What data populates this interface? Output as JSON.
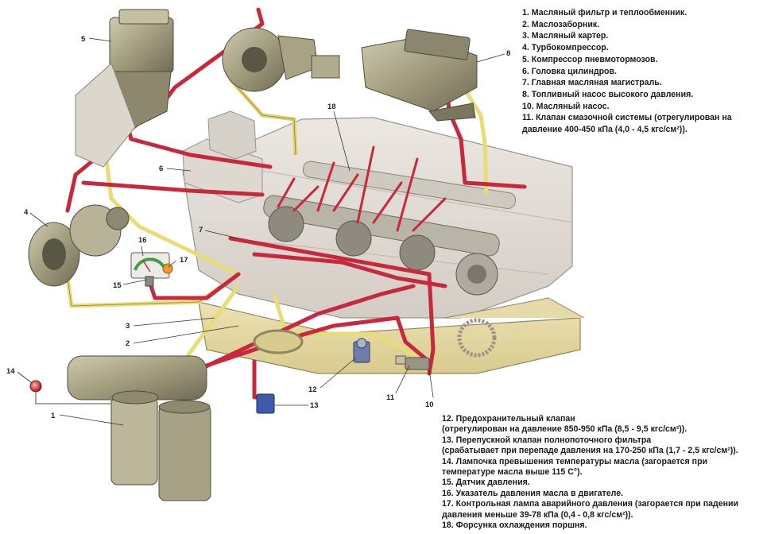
{
  "legend_top": [
    {
      "text": "1. Масляный фильтр и теплообменник."
    },
    {
      "text": "2. Маслозаборник."
    },
    {
      "text": "3. Масляный картер."
    },
    {
      "text": "4. Турбокомпрессор."
    },
    {
      "text": "5. Компрессор пневмотормозов."
    },
    {
      "text": "6. Головка цилиндров."
    },
    {
      "text": "7. Главная масляная магистраль."
    },
    {
      "text": "8. Топливный насос высокого давления."
    },
    {
      "text": "10. Масляный насос."
    },
    {
      "text": "11. Клапан смазочной системы (отрегулирован на",
      "cont": "давление 400-450 кПа (4,0 - 4,5 кгс/см²))."
    }
  ],
  "legend_bottom": [
    {
      "text": "12. Предохранительный клапан",
      "cont": "(отрегулирован на давление 850-950 кПа (8,5 - 9,5 кгс/см²))."
    },
    {
      "text": "13. Перепускной клапан полнопоточного фильтра",
      "cont": "(срабатывает при перепаде давления на 170-250 кПа (1,7 - 2,5 кгс/см²))."
    },
    {
      "text": "14. Лампочка превышения температуры масла (загорается при",
      "cont": "температуре масла выше 115 С°)."
    },
    {
      "text": "15. Датчик давления."
    },
    {
      "text": "16. Указатель давления масла в двигателе."
    },
    {
      "text": "17. Контрольная лампа аварийного давления (загорается при падении",
      "cont": "давления меньше 39-78 кПа (0,4 - 0,8 кгс/см²))."
    },
    {
      "text": "18. Форсунка охлаждения поршня."
    }
  ],
  "callouts": {
    "n1": "1",
    "n2": "2",
    "n3": "3",
    "n4": "4",
    "n5": "5",
    "n6": "6",
    "n7": "7",
    "n8": "8",
    "n10": "10",
    "n11": "11",
    "n12": "12",
    "n13": "13",
    "n14": "14",
    "n15": "15",
    "n16": "16",
    "n17": "17",
    "n18": "18"
  },
  "colors": {
    "pressure_line": "#c8283c",
    "return_line": "#e8dc78",
    "engine_block": "#e2ddd6",
    "component": "#a09a7c",
    "oil_sump": "#e6dba8"
  }
}
